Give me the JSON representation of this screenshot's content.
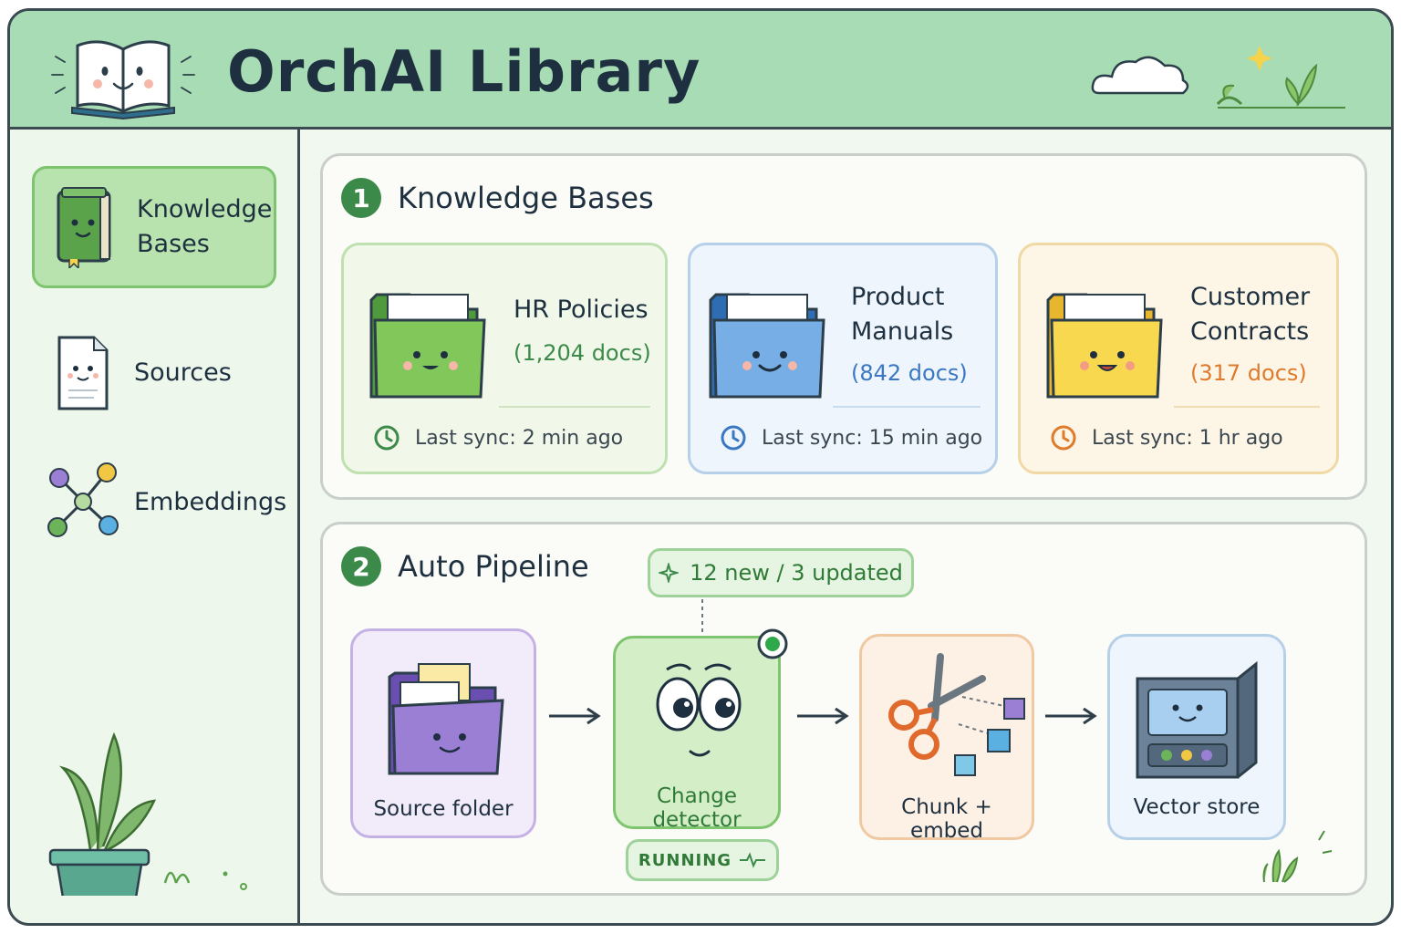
{
  "app": {
    "title": "OrchAI Library"
  },
  "sidebar": {
    "items": [
      {
        "label": "Knowledge\nBases",
        "icon": "book-icon",
        "active": true
      },
      {
        "label": "Sources",
        "icon": "document-icon",
        "active": false
      },
      {
        "label": "Embeddings",
        "icon": "network-icon",
        "active": false
      }
    ]
  },
  "knowledge_bases": {
    "number": "1",
    "title": "Knowledge Bases",
    "cards": [
      {
        "name": "HR Policies",
        "count": "(1,204 docs)",
        "sync": "Last sync: 2 min ago",
        "color": "#6cb35a"
      },
      {
        "name": "Product\nManuals",
        "count": "(842 docs)",
        "sync": "Last sync: 15 min ago",
        "color": "#3b78c4"
      },
      {
        "name": "Customer\nContracts",
        "count": "(317 docs)",
        "sync": "Last sync: 1 hr ago",
        "color": "#e07a2c"
      }
    ]
  },
  "pipeline": {
    "number": "2",
    "title": "Auto Pipeline",
    "stats": "12 new / 3 updated",
    "status": "RUNNING",
    "nodes": [
      {
        "label": "Source folder"
      },
      {
        "label": "Change detector"
      },
      {
        "label": "Chunk + embed"
      },
      {
        "label": "Vector store"
      }
    ]
  },
  "colors": {
    "header": "#a7dcb4",
    "accent_green": "#3c8a4a",
    "kb_green": "#6cb35a",
    "kb_blue": "#3b78c4",
    "kb_orange": "#e07a2c"
  }
}
